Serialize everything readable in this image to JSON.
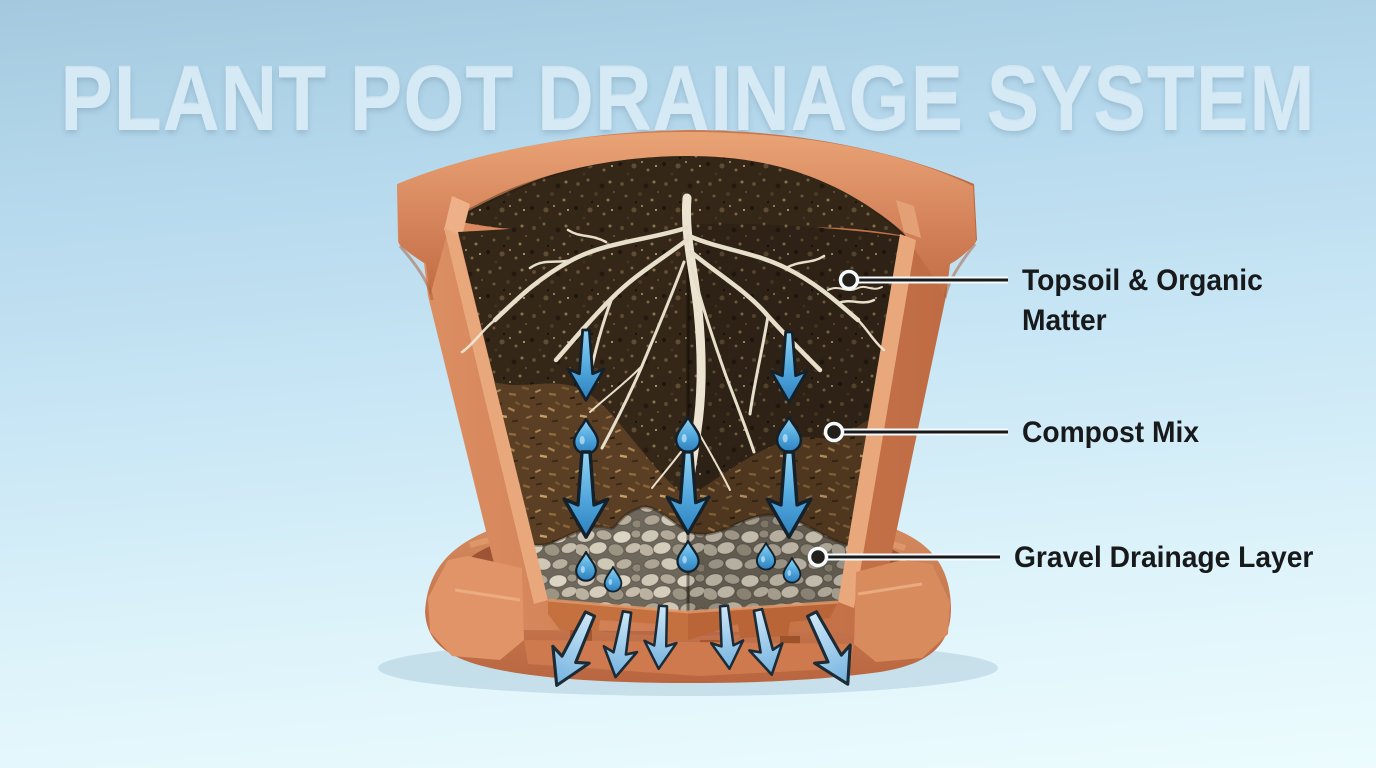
{
  "title": "PLANT POT DRAINAGE SYSTEM",
  "labels": {
    "topsoil": {
      "line1": "Topsoil & Organic",
      "line2": "Matter"
    },
    "compost": {
      "text": "Compost Mix"
    },
    "gravel": {
      "text": "Gravel Drainage Layer"
    }
  },
  "icons": {
    "water_flow_arrow": "tapered-down-arrow",
    "water_drop": "droplet",
    "drainage_exit_arrow": "curved-down-arrow",
    "label_marker": "circle-marker",
    "leader_line": "horizontal-callout-line"
  },
  "colors": {
    "background_top": "#a4c9de",
    "background_bottom": "#ecfcfe",
    "title_text": "#d5eaf5",
    "label_text": "#17191b",
    "terracotta": "#cd7a50",
    "terracotta_light": "#e9a87c",
    "terracotta_dark": "#a65a36",
    "topsoil_layer": "#342718",
    "compost_layer": "#5a3f24",
    "gravel_layer": "#c0b8a8",
    "water_blue": "#4da3dc",
    "root_white": "#f0e8d4"
  }
}
